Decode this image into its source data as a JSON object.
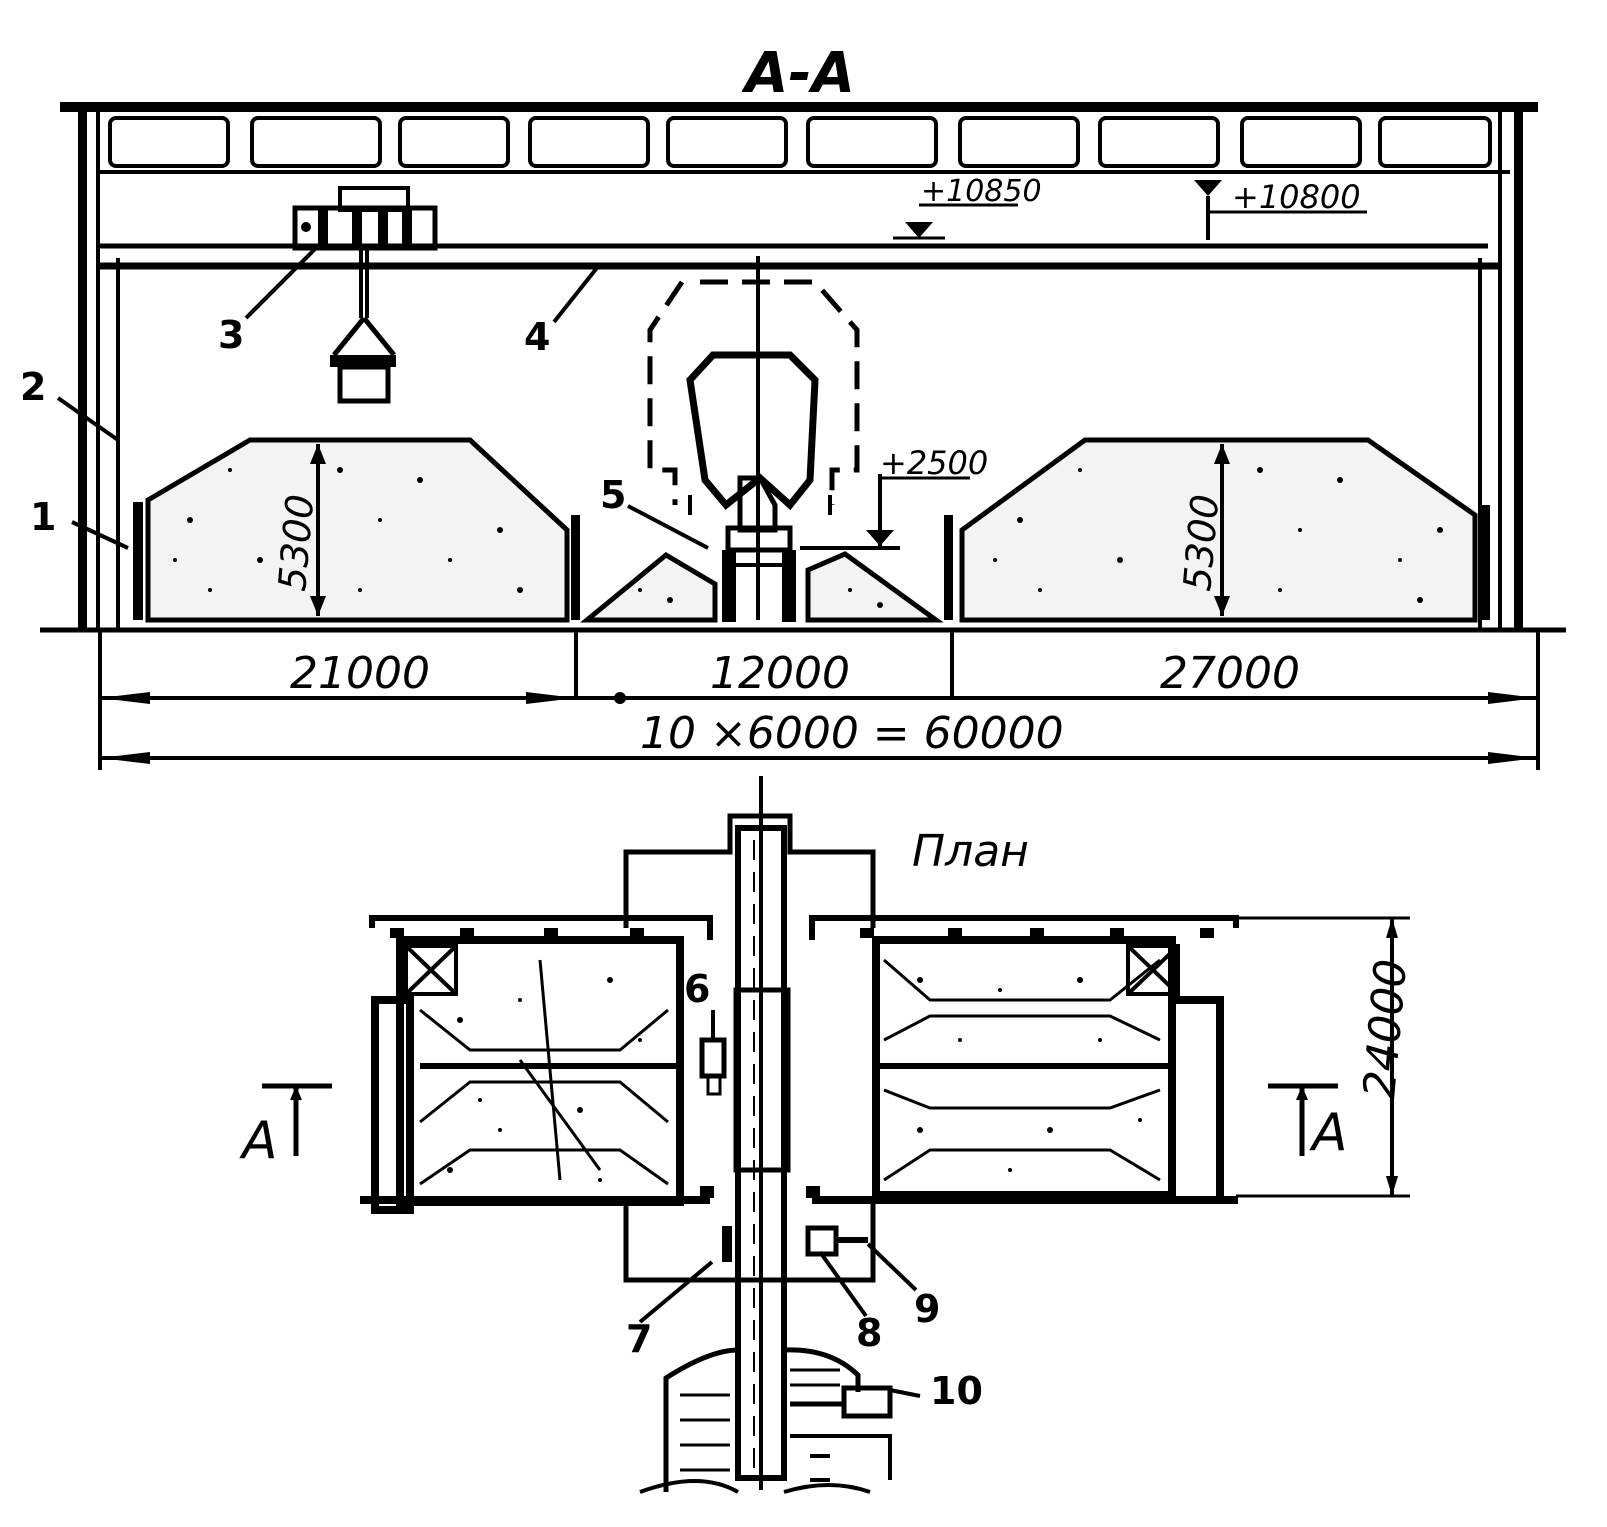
{
  "section": {
    "title": "А-А",
    "elevation_truss": "+10850",
    "elevation_crane": "+10800",
    "elevation_hopper": "+2500",
    "pile_height_left": "5300",
    "pile_height_right": "5300",
    "span_left": "21000",
    "span_middle": "12000",
    "span_right": "27000",
    "total_length": "10 ×6000 = 60000",
    "callouts": [
      "1",
      "2",
      "3",
      "4",
      "5"
    ]
  },
  "plan": {
    "title": "План",
    "width_dim": "24000",
    "cut_mark_left": "А",
    "cut_mark_right": "А",
    "callouts": [
      "6",
      "7",
      "8",
      "9",
      "10"
    ]
  }
}
